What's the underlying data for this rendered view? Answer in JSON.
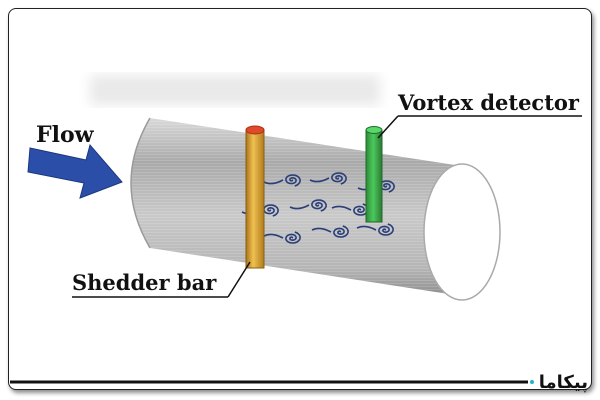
{
  "labels": {
    "flow": "Flow",
    "vortex_detector": "Vortex detector",
    "shedder_bar": "Shedder bar"
  },
  "logo": {
    "text": "پیکاما"
  },
  "colors": {
    "flow_arrow": "#2b4fa8",
    "shedder_bar": "#e0a52a",
    "shedder_cap": "#e04a2a",
    "detector": "#35a845",
    "vortex": "#2a3f7a",
    "brand_line": "#111111",
    "brand_accent": "#27b3c9"
  }
}
